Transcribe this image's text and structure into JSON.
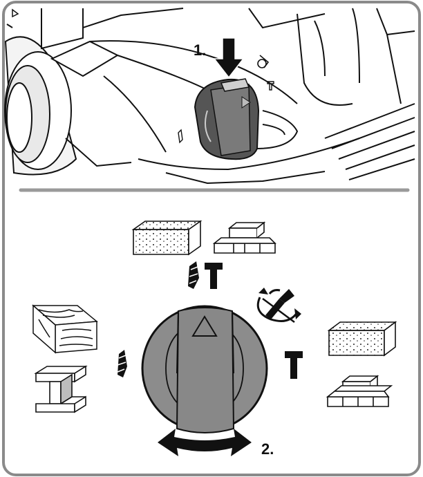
{
  "diagram": {
    "steps": [
      {
        "label": "1."
      },
      {
        "label": "2."
      }
    ],
    "modes": [
      {
        "icon": "drill-hammer-icon",
        "position": "top"
      },
      {
        "icon": "chisel-rotate-lock-icon",
        "position": "upper-right"
      },
      {
        "icon": "hammer-icon",
        "position": "right"
      },
      {
        "icon": "drill-icon",
        "position": "left"
      }
    ],
    "materials": {
      "top": [
        "concrete-block-icon",
        "brick-wall-icon"
      ],
      "right": [
        "concrete-block-icon",
        "brick-wall-icon"
      ],
      "left": [
        "wood-icon",
        "steel-beam-icon"
      ]
    },
    "colors": {
      "frame": "#8a8a8a",
      "dial": "#8c8c8c",
      "dial_dark": "#6e6e6e",
      "ink": "#111111",
      "divider": "#9a9a9a"
    }
  }
}
